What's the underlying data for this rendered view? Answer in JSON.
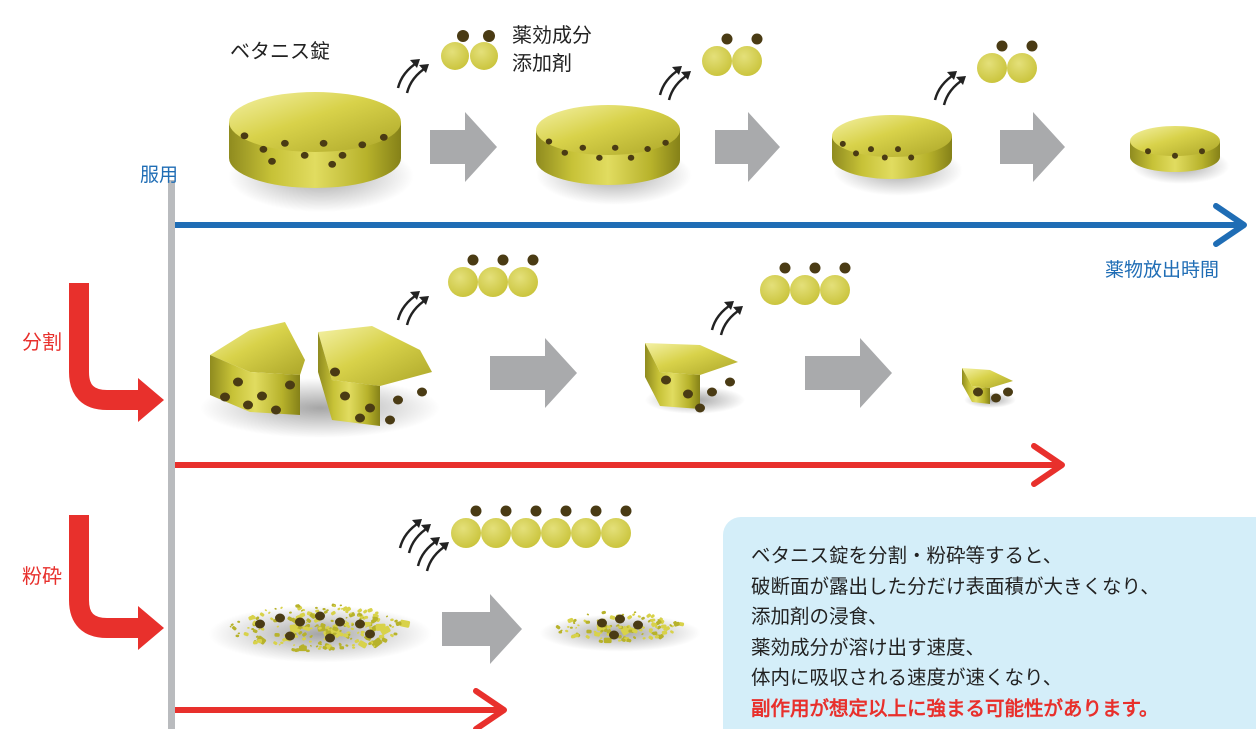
{
  "diagram": {
    "title": "ベタニス錠",
    "legend": {
      "active": "薬効成分",
      "additive": "添加剤"
    },
    "labels": {
      "dosing": "服用",
      "release_time": "薬物放出時間",
      "split": "分割",
      "crush": "粉砕"
    },
    "colors": {
      "tablet": "#c9c43a",
      "tablet_dark": "#8d8a1e",
      "dot": "#4a3b14",
      "timeline_blue": "#1f6db5",
      "timeline_red": "#e8302c",
      "axis_gray": "#b9bbbe",
      "step_arrow": "#a9aaac",
      "note_bg": "#d4eef9"
    },
    "note": {
      "lines": [
        "ベタニス錠を分割・粉砕等すると、",
        "破断面が露出した分だけ表面積が大きくなり、",
        "添加剤の浸食、",
        "薬効成分が溶け出す速度、",
        "体内に吸収される速度が速くなり、",
        "副作用が想定以上に強まる可能性があります。"
      ]
    }
  }
}
